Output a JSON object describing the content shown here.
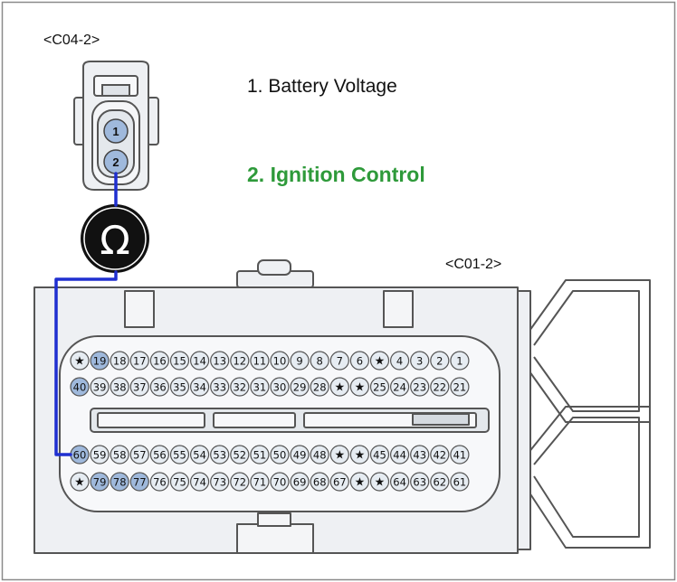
{
  "labels": {
    "connector_top": "<C04-2>",
    "connector_main": "<C01-2>",
    "legend_1": "1. Battery Voltage",
    "legend_2": "2. Ignition Control"
  },
  "colors": {
    "legend_2": "#2e9a3a",
    "wire": "#1f2fd0",
    "highlight_pin": "#9fb9dc",
    "pin_fill": "#e6ecf2",
    "housing": "#eef0f3",
    "outline": "#555555"
  },
  "meter_symbol": "Ω",
  "top_connector_pins": [
    "1",
    "2"
  ],
  "pin_rows": [
    [
      "★",
      "19",
      "18",
      "17",
      "16",
      "15",
      "14",
      "13",
      "12",
      "11",
      "10",
      "9",
      "8",
      "7",
      "6",
      "★",
      "4",
      "3",
      "2",
      "1"
    ],
    [
      "40",
      "39",
      "38",
      "37",
      "36",
      "35",
      "34",
      "33",
      "32",
      "31",
      "30",
      "29",
      "28",
      "★",
      "★",
      "25",
      "24",
      "23",
      "22",
      "21"
    ],
    [
      "60",
      "59",
      "58",
      "57",
      "56",
      "55",
      "54",
      "53",
      "52",
      "51",
      "50",
      "49",
      "48",
      "★",
      "★",
      "45",
      "44",
      "43",
      "42",
      "41"
    ],
    [
      "★",
      "79",
      "78",
      "77",
      "76",
      "75",
      "74",
      "73",
      "72",
      "71",
      "70",
      "69",
      "68",
      "67",
      "★",
      "★",
      "64",
      "63",
      "62",
      "61"
    ]
  ],
  "highlighted_pins": [
    "19",
    "40",
    "60",
    "79",
    "78",
    "77"
  ]
}
